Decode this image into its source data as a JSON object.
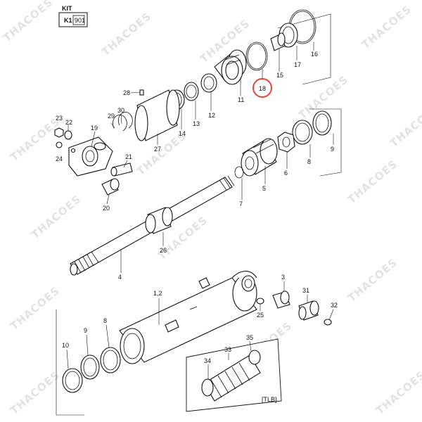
{
  "kit": {
    "title": "KIT",
    "code_prefix": "K1",
    "code": "901"
  },
  "watermark": "THACOES",
  "tlb_label": "[TLB]",
  "highlight_color": "#e8432f",
  "labels": {
    "p1_2": "1,2",
    "p3": "3",
    "p4": "4",
    "p5": "5",
    "p6": "6",
    "p7": "7",
    "p8_top": "8",
    "p8_bot": "8",
    "p9_top": "9",
    "p9_bot": "9",
    "p10": "10",
    "p11": "11",
    "p12": "12",
    "p13": "13",
    "p14": "14",
    "p15": "15",
    "p16": "16",
    "p17": "17",
    "p18": "18",
    "p19": "19",
    "p20": "20",
    "p21": "21",
    "p22": "22",
    "p23": "23",
    "p24": "24",
    "p25": "25",
    "p26": "26",
    "p27": "27",
    "p28": "28",
    "p29": "29",
    "p30": "30",
    "p31": "31",
    "p32": "32",
    "p33": "33",
    "p34": "34",
    "p35": "35"
  }
}
